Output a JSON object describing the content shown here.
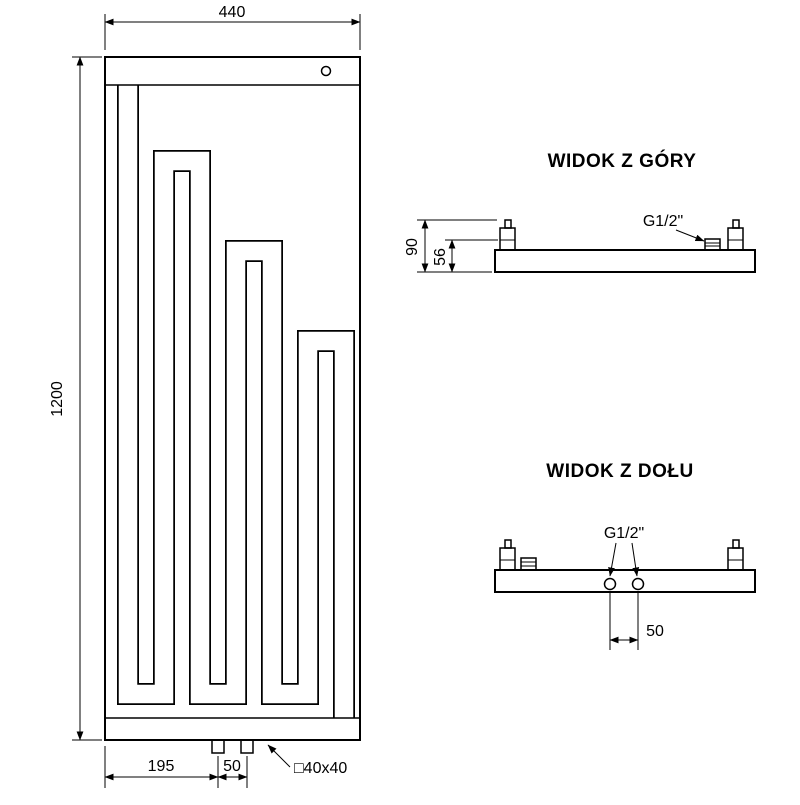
{
  "colors": {
    "line": "#000000",
    "background": "#ffffff"
  },
  "front_view": {
    "dim_width": "440",
    "dim_height": "1200",
    "dim_stub_offset": "195",
    "dim_stub_spacing": "50",
    "profile_label": "□40x40"
  },
  "top_view": {
    "title": "WIDOK Z GÓRY",
    "dim_depth_total": "90",
    "dim_depth_body": "56",
    "thread_label": "G1/2\""
  },
  "bottom_view": {
    "title": "WIDOK Z DOŁU",
    "dim_connection_spacing": "50",
    "thread_label": "G1/2\""
  }
}
